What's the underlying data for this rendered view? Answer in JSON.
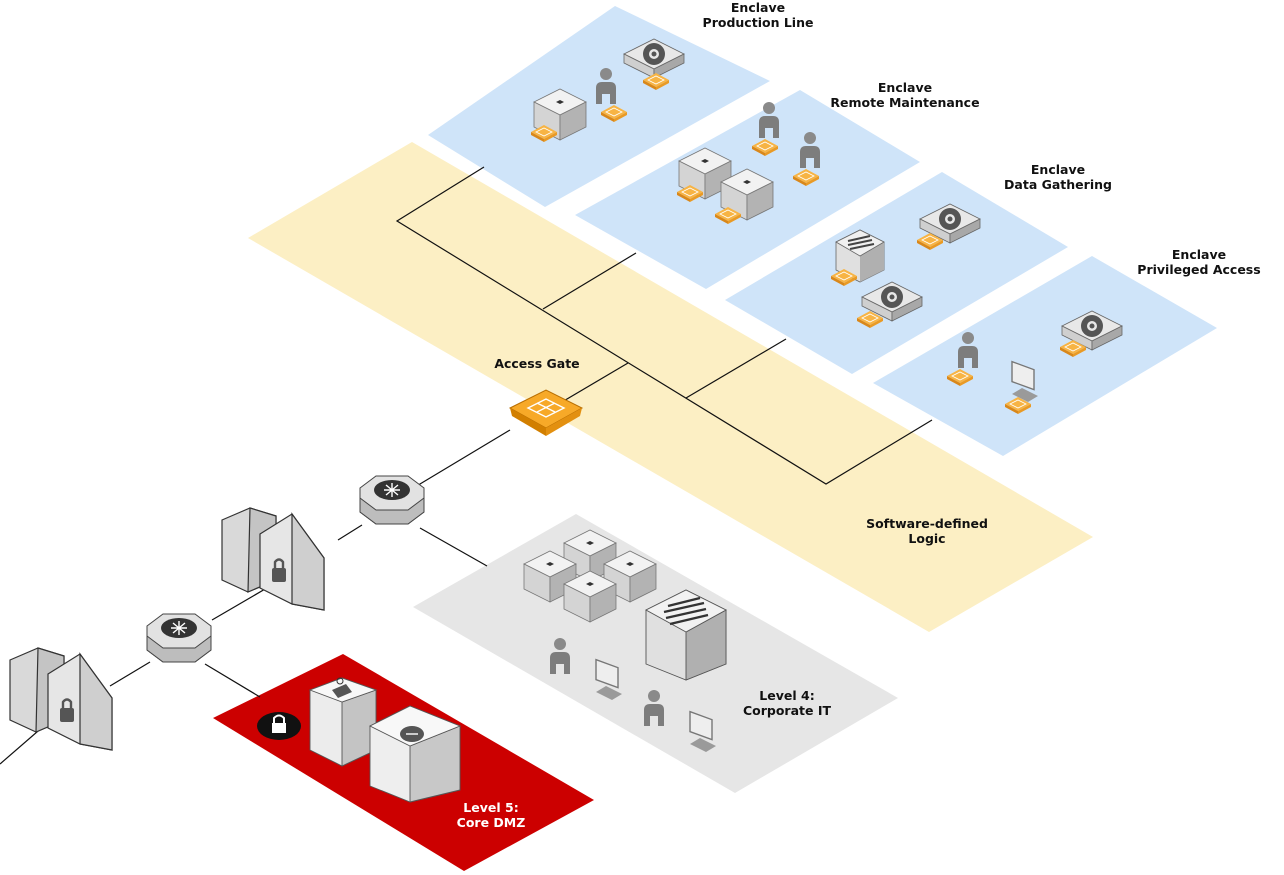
{
  "zones": {
    "production_line": {
      "title": "Enclave",
      "subtitle": "Production Line"
    },
    "remote_maintenance": {
      "title": "Enclave",
      "subtitle": "Remote Maintenance"
    },
    "data_gathering": {
      "title": "Enclave",
      "subtitle": "Data Gathering"
    },
    "privileged_access": {
      "title": "Enclave",
      "subtitle": "Privileged Access"
    },
    "sdl": {
      "line1": "Software-defined",
      "line2": "Logic"
    },
    "corporate_it": {
      "line1": "Level 4:",
      "line2": "Corporate IT"
    },
    "core_dmz": {
      "line1": "Level 5:",
      "line2": "Core DMZ"
    }
  },
  "access_gate": {
    "label": "Access Gate"
  },
  "colors": {
    "enclave_fill": "#cfe4f9",
    "sdl_fill": "#fcefc4",
    "corporate_fill": "#e6e6e6",
    "dmz_fill": "#cc0000",
    "gateway_orange": "#f5a623",
    "device_light": "#eeeeee",
    "device_mid": "#cfcfcf",
    "device_dark": "#a9a9a9",
    "person_gray": "#808080"
  },
  "icons": [
    "gear-icon",
    "person-icon",
    "server-icon",
    "gateway-icon",
    "lock-icon",
    "router-icon",
    "firewall-icon",
    "monitor-icon",
    "database-icon"
  ]
}
